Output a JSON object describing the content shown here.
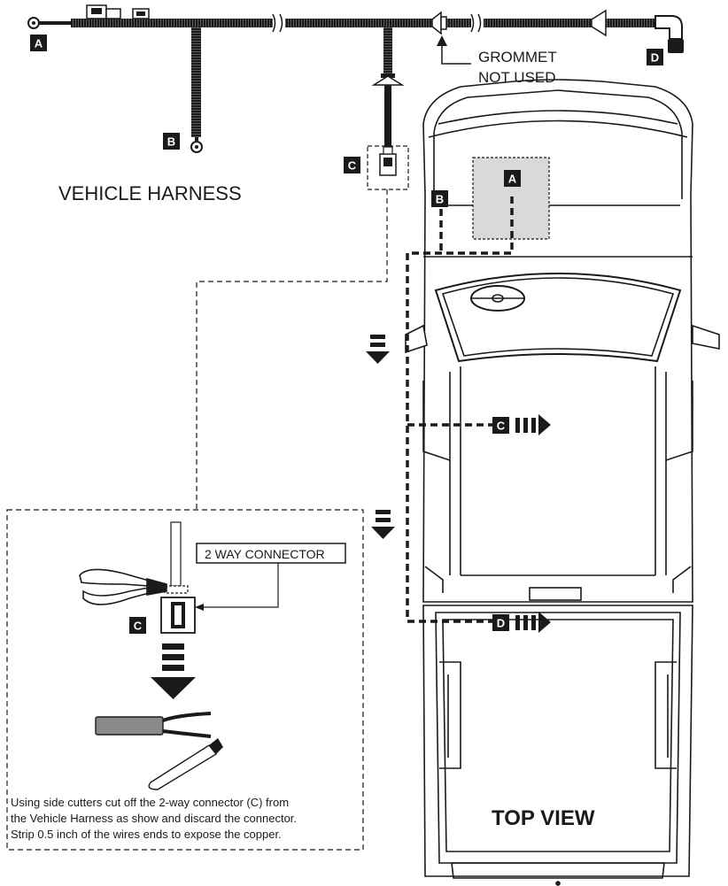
{
  "labels": {
    "a": "A",
    "b": "B",
    "c": "C",
    "d": "D"
  },
  "callouts": {
    "grommet_line1": "GROMMET",
    "grommet_line2": "NOT USED",
    "vehicle_harness": "VEHICLE HARNESS",
    "two_way_connector": "2 WAY CONNECTOR",
    "top_view": "TOP VIEW"
  },
  "instructions": {
    "line1": "Using side cutters cut off the 2-way connector (C) from",
    "line2": "the Vehicle Harness as show and discard the connector.",
    "line3": "Strip 0.5 inch of the wires ends to expose the copper."
  },
  "colors": {
    "ink": "#1a1a1a",
    "label_bg": "#1a1a1a",
    "zone_fill": "#d9d9d9",
    "wire_insulation": "#8a8a8a"
  }
}
